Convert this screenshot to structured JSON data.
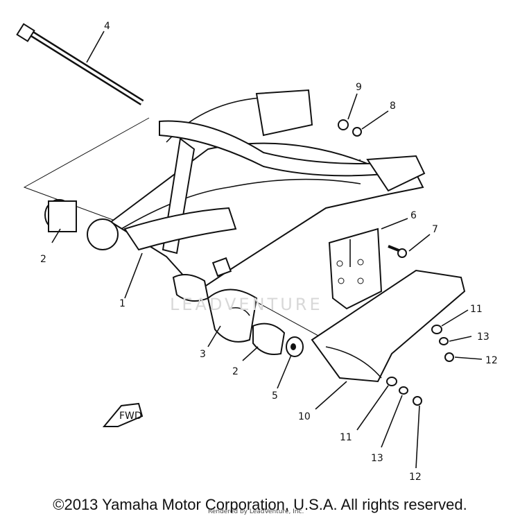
{
  "diagram": {
    "callouts": {
      "c1": "1",
      "c2a": "2",
      "c2b": "2",
      "c3": "3",
      "c4": "4",
      "c5": "5",
      "c6": "6",
      "c7": "7",
      "c8": "8",
      "c9": "9",
      "c10": "10",
      "c11a": "11",
      "c11b": "11",
      "c12a": "12",
      "c12b": "12",
      "c13a": "13",
      "c13b": "13"
    },
    "fwd_label": "FWD"
  },
  "watermark": "LEADVENTURE",
  "credit": "Rendered by LeadVenture, Inc.",
  "copyright": "©2013 Yamaha Motor Corporation, U.S.A. All rights reserved."
}
